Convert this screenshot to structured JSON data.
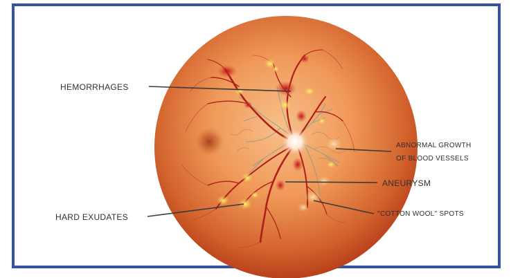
{
  "labels": {
    "hemorrhages": "HEMORRHAGES",
    "abnormal_growth_line1": "ABNORMAL GROWTH",
    "abnormal_growth_line2": "OF BLOOD VESSELS",
    "aneurysm": "ANEURYSM",
    "hard_exudates": "HARD EXUDATES",
    "cotton_wool": "\"COTTON WOOL\" SPOTS"
  },
  "colors": {
    "frame_border": "#3553a0",
    "retina_center": "#f6b07a",
    "retina_edge": "#b83a16",
    "vessel": "#b01e1a",
    "exudate": "#f4e04a",
    "text": "#2f2f2f"
  }
}
